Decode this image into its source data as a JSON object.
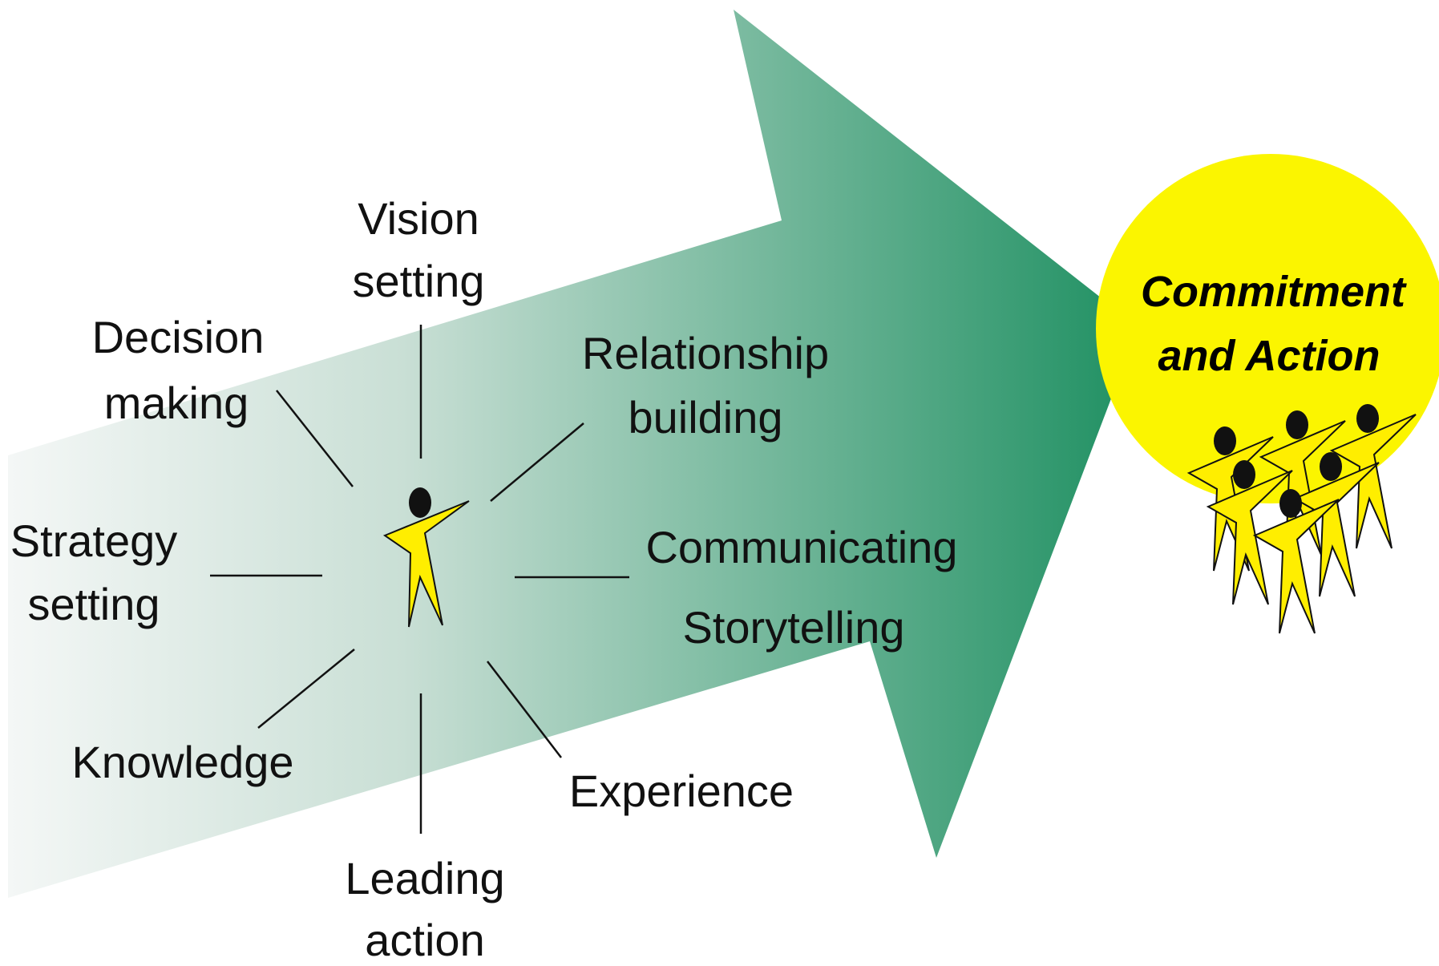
{
  "colors": {
    "arrow_start": "#f4f7f6",
    "arrow_end": "#1f9062",
    "figure_fill": "#ffee00",
    "figure_head": "#111111",
    "circle_fill": "#fbf500",
    "line": "#111111"
  },
  "labels": {
    "vision": [
      "Vision",
      "setting"
    ],
    "decision": [
      "Decision",
      "making"
    ],
    "relationship": [
      "Relationship",
      "building"
    ],
    "strategy": [
      "Strategy",
      "setting"
    ],
    "communicating": "Communicating",
    "storytelling": "Storytelling",
    "knowledge": "Knowledge",
    "experience": "Experience",
    "leading": [
      "Leading",
      "action"
    ]
  },
  "goal": {
    "line1": "Commitment",
    "line2": "and Action"
  },
  "icons": {
    "leader": "person-icon",
    "group": "people-group-icon"
  }
}
